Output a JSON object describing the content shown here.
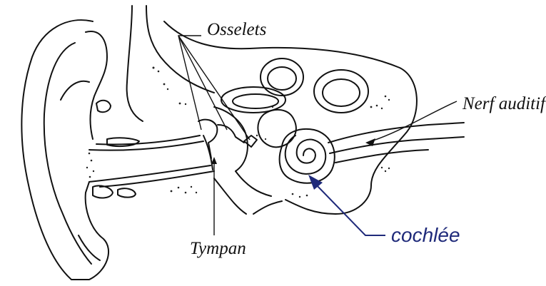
{
  "labels": {
    "osselets": "Osselets",
    "nerf_auditif": "Nerf auditif",
    "tympan": "Tympan",
    "cochlee": "cochlée"
  },
  "colors": {
    "ink": "#111111",
    "highlight": "#1f2a7a"
  }
}
